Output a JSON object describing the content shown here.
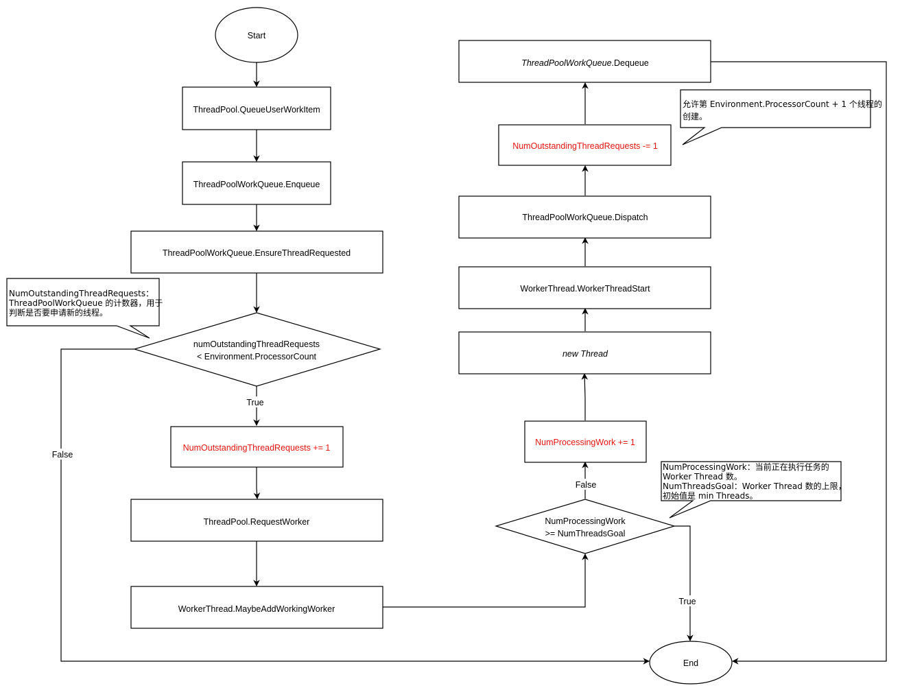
{
  "nodes": {
    "start": "Start",
    "queue_user_work_item": "ThreadPool.QueueUserWorkItem",
    "enqueue": "ThreadPoolWorkQueue.Enqueue",
    "ensure_thread_requested": "ThreadPoolWorkQueue.EnsureThreadRequested",
    "decision1_line1": "numOutstandingThreadRequests",
    "decision1_line2": "< Environment.ProcessorCount",
    "increment_requests": "NumOutstandingThreadRequests += 1",
    "request_worker": "ThreadPool.RequestWorker",
    "maybe_add_worker": "WorkerThread.MaybeAddWorkingWorker",
    "decision2_line1": "NumProcessingWork",
    "decision2_line2": ">= NumThreadsGoal",
    "increment_processing": "NumProcessingWork += 1",
    "new_thread_prefix": "new ",
    "new_thread_italic": "Thread",
    "worker_thread_start": "WorkerThread.WorkerThreadStart",
    "dispatch": "ThreadPoolWorkQueue.Dispatch",
    "decrement_requests": "NumOutstandingThreadRequests -= 1",
    "dequeue_italic": "ThreadPoolWorkQueue",
    "dequeue_suffix": ".Dequeue",
    "end": "End"
  },
  "edge_labels": {
    "d1_true": "True",
    "d1_false": "False",
    "d2_false": "False",
    "d2_true": "True"
  },
  "notes": {
    "note1": [
      "NumOutstandingThreadRequests：",
      "ThreadPoolWorkQueue 的计数器，用于",
      "判断是否要申请新的线程。"
    ],
    "note2": [
      "允许第 Environment.ProcessorCount + 1 个线程的",
      "创建。"
    ],
    "note3": [
      "NumProcessingWork：当前正在执行任务的",
      "Worker Thread 数。",
      "NumThreadsGoal：Worker Thread 数的上限，",
      "初始值是 min Threads。"
    ]
  },
  "colors": {
    "highlight": "#e8140f",
    "stroke": "#000000",
    "background": "#ffffff"
  }
}
